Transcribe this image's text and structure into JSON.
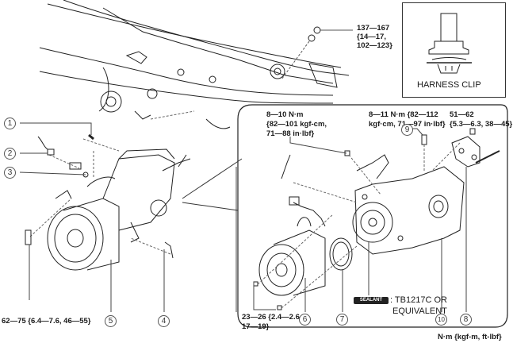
{
  "diagram": {
    "torque_labels": {
      "top_nut": [
        "137—167",
        "{14—17,",
        "102—123}"
      ],
      "left_bolt": "62—75 {6.4—7.6, 46—55}",
      "bracket_bolt_8_10": [
        "8—10 N·m",
        "{82—101 kgf-cm,",
        "71—88 in·lbf}"
      ],
      "breather_8_11": [
        "8—11 N·m {82—112",
        "kgf·cm, 71—97 in·lbf}"
      ],
      "bracket_51_62": [
        "51—62",
        "{5.3—6.3, 38—45}"
      ],
      "actuator_bolt": [
        "23—26 {2.4—2.6,",
        "17—19}"
      ]
    },
    "harness_clip_label": "HARNESS CLIP",
    "sealant": {
      "badge": "SEALANT",
      "spec_line1": ": TB1217C OR",
      "spec_line2": "EQUIVALENT"
    },
    "units_note": "N·m {kgf-m, ft-lbf}",
    "callouts": [
      "1",
      "2",
      "3",
      "4",
      "5",
      "6",
      "7",
      "8",
      "9",
      "10"
    ]
  }
}
